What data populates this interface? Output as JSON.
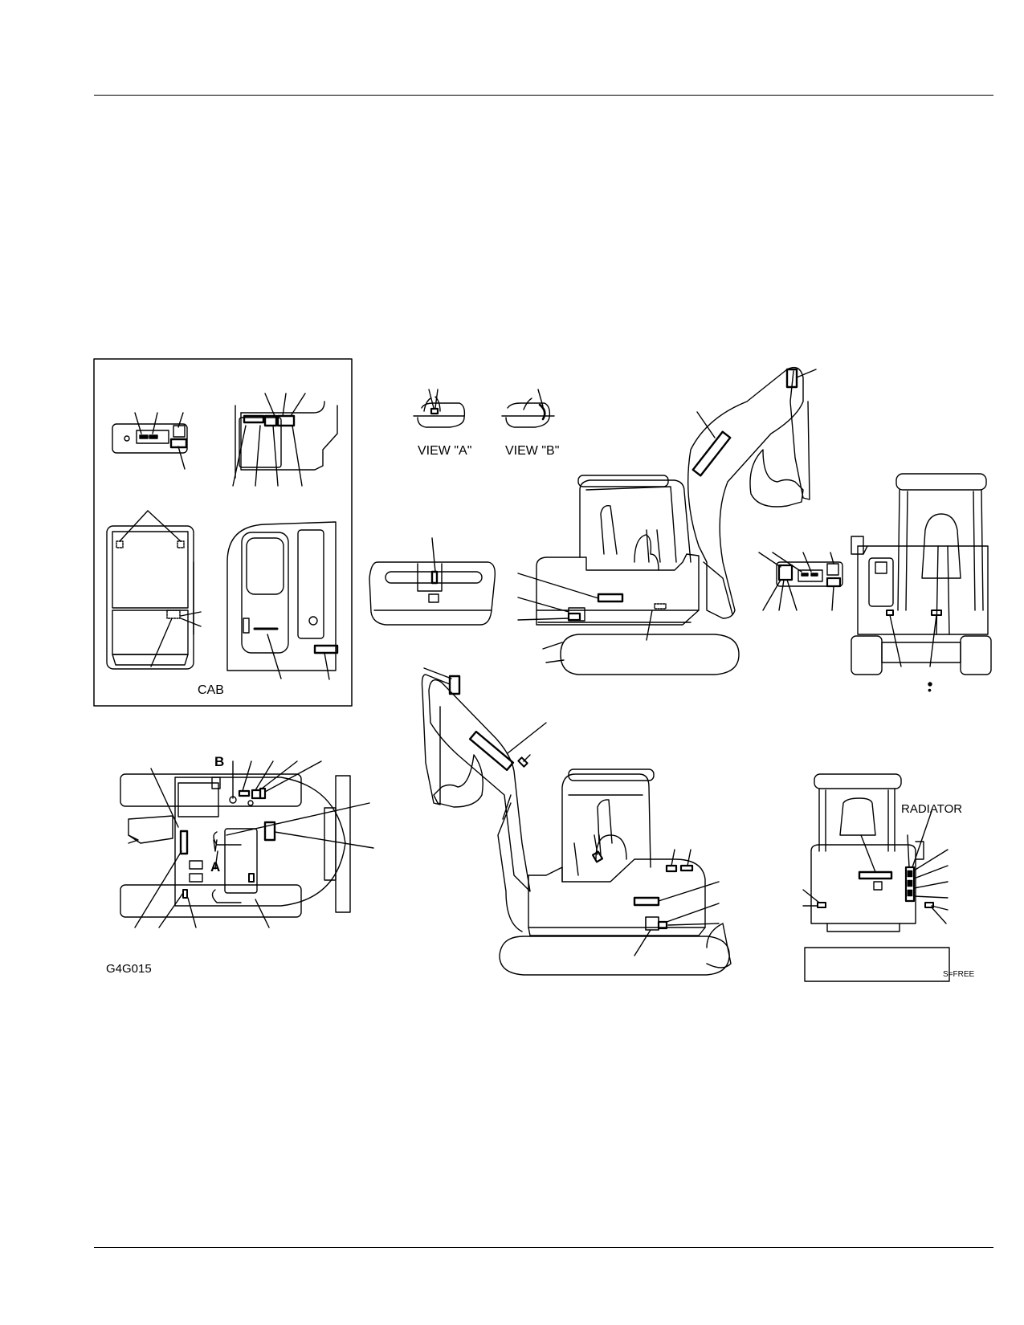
{
  "labels": {
    "view_a": "VIEW \"A\"",
    "view_b": "VIEW \"B\"",
    "cab": "CAB",
    "marker_b": "B",
    "marker_a": "A",
    "radiator": "RADIATOR",
    "scale": "S=FREE",
    "figure_code": "G4G015",
    "small_dot": "•"
  }
}
